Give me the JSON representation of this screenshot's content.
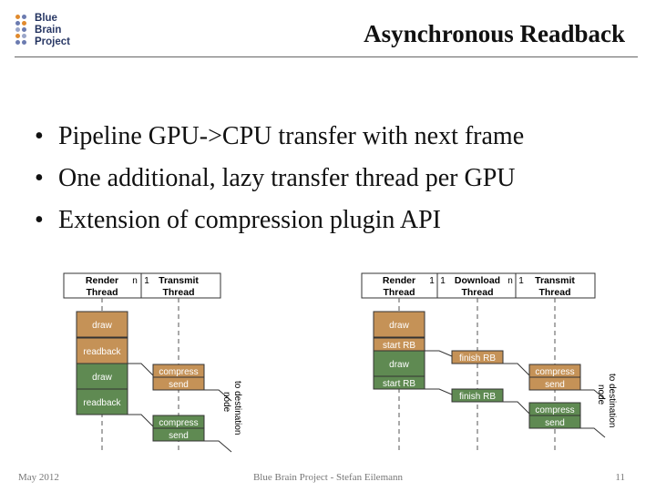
{
  "logo": {
    "line1": "Blue",
    "line2": "Brain",
    "line3": "Project"
  },
  "slide": {
    "title": "Asynchronous Readback"
  },
  "bullets": [
    "Pipeline GPU->CPU transfer with next frame",
    "One additional, lazy transfer thread per GPU",
    "Extension of compression plugin API"
  ],
  "left_diagram": {
    "render_thread": [
      "Render",
      "Thread"
    ],
    "transmit_thread": [
      "Transmit",
      "Thread"
    ],
    "mult_n": "n",
    "mult_1": "1",
    "steps": {
      "draw1": "draw",
      "readback1": "readback",
      "draw2": "draw",
      "readback2": "readback",
      "compress1": "compress",
      "send1": "send",
      "compress2": "compress",
      "send2": "send"
    },
    "destination": [
      "to destination",
      "node"
    ]
  },
  "right_diagram": {
    "render_thread": [
      "Render",
      "Thread"
    ],
    "download_thread": [
      "Download",
      "Thread"
    ],
    "transmit_thread": [
      "Transmit",
      "Thread"
    ],
    "mult_a": "1",
    "mult_b": "1",
    "mult_c": "n",
    "mult_d": "1",
    "steps": {
      "draw1": "draw",
      "startrb1": "start RB",
      "draw2": "draw",
      "startrb2": "start RB",
      "finishrb1": "finish RB",
      "finishrb2": "finish RB",
      "compress1": "compress",
      "send1": "send",
      "compress2": "compress",
      "send2": "send"
    },
    "destination": [
      "to destination",
      "node"
    ]
  },
  "colors": {
    "orange": "#c59257",
    "green": "#5f8a52",
    "border": "#333333"
  },
  "footer": {
    "date": "May 2012",
    "center": "Blue Brain Project - Stefan Eilemann",
    "page": "11"
  }
}
